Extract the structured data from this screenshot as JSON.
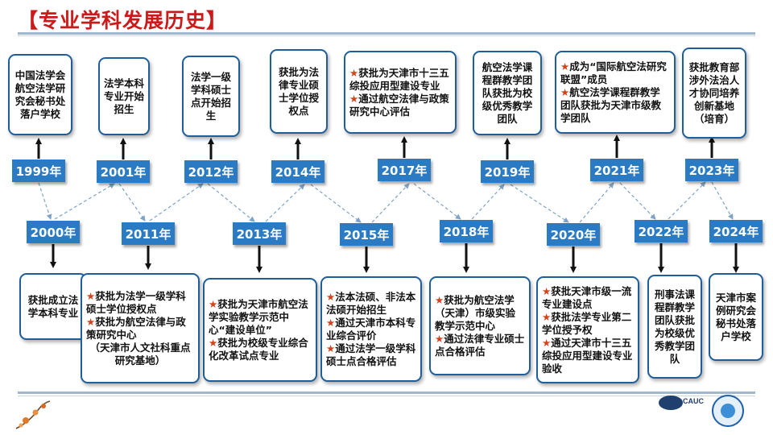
{
  "title": "【专业学科发展历史】",
  "colors": {
    "title": "#cc1a1a",
    "year_box": "#2a7bc4",
    "border": "#1f5e99",
    "star": "#d0431c"
  },
  "logo": {
    "text": "CAUC"
  },
  "top_years": [
    {
      "year": "1999年",
      "text": "中国法学会航空法学研究会秘书处落户学校"
    },
    {
      "year": "2001年",
      "text": "法学本科专业开始招生"
    },
    {
      "year": "2012年",
      "text": "法学一级学科硕士点开始招生"
    },
    {
      "year": "2014年",
      "text": "获批为法律专业硕士学位授权点"
    },
    {
      "year": "2017年",
      "items": [
        "获批为天津市十三五综投应用型建设专业",
        "通过航空法律与政策研究中心评估"
      ]
    },
    {
      "year": "2019年",
      "text": "航空法学课程群教学团队获批为校级优秀教学团队"
    },
    {
      "year": "2021年",
      "items": [
        "成为“国际航空法研究联盟”成员",
        "航空法学课程群教学团队获批为天津市级教学团队"
      ]
    },
    {
      "year": "2023年",
      "text": "获批教育部涉外法治人才协同培养创新基地（培育）"
    }
  ],
  "bottom_years": [
    {
      "year": "2000年",
      "text": "获批成立法学本科专业"
    },
    {
      "year": "2011年",
      "items": [
        "获批为法学一级学科硕士学位授权点",
        "获批为航空法律与政策研究中心"
      ],
      "extra": "（天津市人文社科重点研究基地）"
    },
    {
      "year": "2013年",
      "items": [
        "获批为天津市航空法学实验教学示范中心“建设单位”",
        "获批为校级专业综合化改革试点专业"
      ]
    },
    {
      "year": "2015年",
      "items": [
        "法本法硕、非法本法硕开始招生",
        "通过天津市本科专业综合评价",
        "通过法学一级学科硕士点合格评估"
      ]
    },
    {
      "year": "2018年",
      "items": [
        "获批为航空法学（天津）市级实验教学示范中心",
        "通过法律专业硕士点合格评估"
      ]
    },
    {
      "year": "2020年",
      "items": [
        "获批天津市级一流专业建设点",
        "获批法学专业第二学位授予权",
        "通过天津市十三五综投应用型建设专业验收"
      ]
    },
    {
      "year": "2022年",
      "text": "刑事法课程群教学团队获批为校级优秀教学团队"
    },
    {
      "year": "2024年",
      "text": "天津市案例研究会秘书处落户学校"
    }
  ]
}
